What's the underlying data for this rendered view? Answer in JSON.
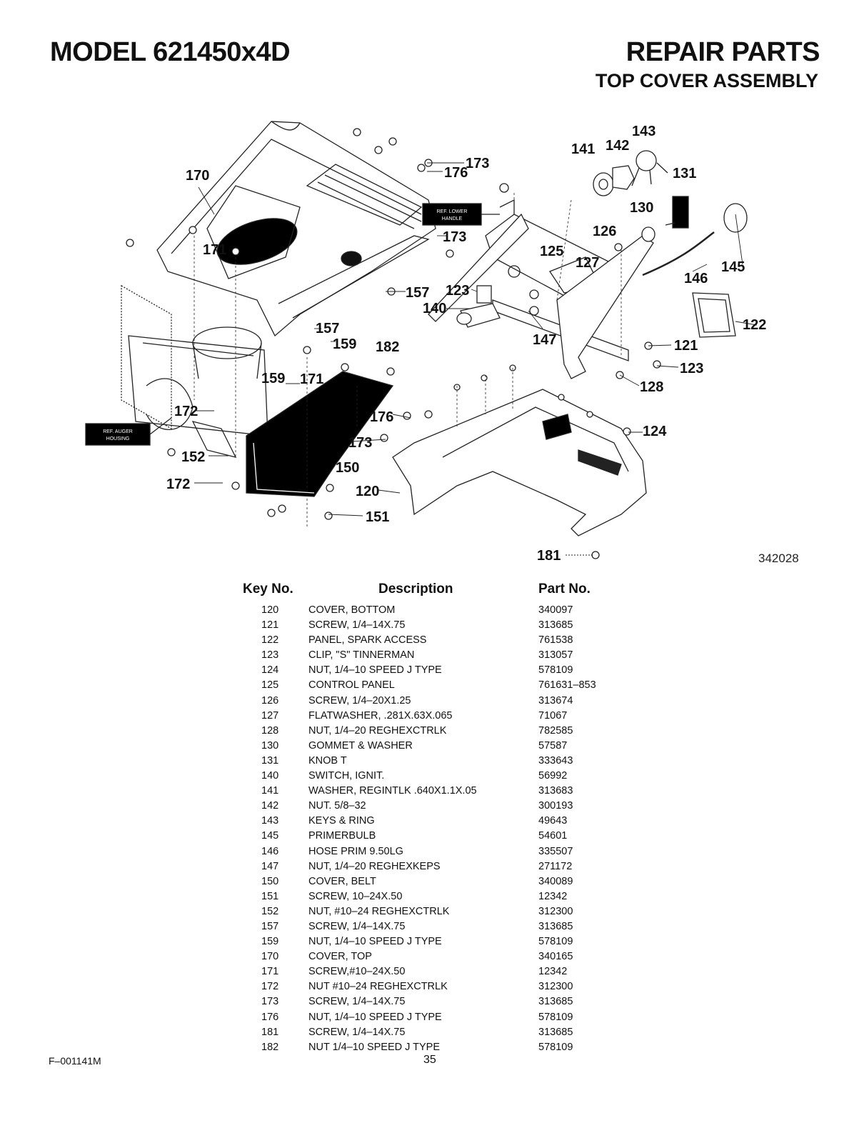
{
  "header": {
    "model": "MODEL 621450x4D",
    "title": "REPAIR PARTS",
    "subtitle": "TOP COVER ASSEMBLY"
  },
  "diagram": {
    "drawing_number": "342028",
    "ref_labels": {
      "lower_handle_1": "REF. LOWER",
      "lower_handle_2": "HANDLE",
      "auger_1": "REF. AUGER",
      "auger_2": "HOUSING"
    },
    "callouts": {
      "c170": "170",
      "c171a": "171",
      "c171b": "171",
      "c173a": "173",
      "c173b": "173",
      "c173c": "173",
      "c176a": "176",
      "c176b": "176",
      "c157a": "157",
      "c157b": "157",
      "c159a": "159",
      "c159b": "159",
      "c182": "182",
      "c172a": "172",
      "c172b": "172",
      "c152": "152",
      "c150": "150",
      "c151": "151",
      "c120": "120",
      "c181": "181",
      "c124": "124",
      "c143": "143",
      "c141": "141",
      "c142": "142",
      "c131": "131",
      "c130": "130",
      "c126": "126",
      "c125": "125",
      "c127": "127",
      "c145": "145",
      "c146": "146",
      "c123a": "123",
      "c123b": "123",
      "c140": "140",
      "c147": "147",
      "c122": "122",
      "c121": "121",
      "c128": "128"
    }
  },
  "table": {
    "col_key": "Key No.",
    "col_desc": "Description",
    "col_part": "Part No.",
    "rows": [
      {
        "key": "120",
        "desc": "COVER, BOTTOM",
        "part": "340097"
      },
      {
        "key": "121",
        "desc": "SCREW, 1/4–14X.75",
        "part": "313685"
      },
      {
        "key": "122",
        "desc": "PANEL, SPARK ACCESS",
        "part": "761538"
      },
      {
        "key": "123",
        "desc": "CLIP, \"S\" TINNERMAN",
        "part": "313057"
      },
      {
        "key": "124",
        "desc": "NUT, 1/4–10 SPEED J TYPE",
        "part": "578109"
      },
      {
        "key": "125",
        "desc": "CONTROL PANEL",
        "part": "761631–853"
      },
      {
        "key": "126",
        "desc": "SCREW, 1/4–20X1.25",
        "part": "313674"
      },
      {
        "key": "127",
        "desc": "FLATWASHER, .281X.63X.065",
        "part": "71067"
      },
      {
        "key": "128",
        "desc": "NUT, 1/4–20 REGHEXCTRLK",
        "part": "782585"
      },
      {
        "key": "130",
        "desc": "GOMMET & WASHER",
        "part": "57587"
      },
      {
        "key": "131",
        "desc": "KNOB T",
        "part": "333643"
      },
      {
        "key": "140",
        "desc": "SWITCH, IGNIT.",
        "part": "56992"
      },
      {
        "key": "141",
        "desc": "WASHER, REGINTLK .640X1.1X.05",
        "part": "313683"
      },
      {
        "key": "142",
        "desc": "NUT. 5/8–32",
        "part": "300193"
      },
      {
        "key": "143",
        "desc": "KEYS & RING",
        "part": "49643"
      },
      {
        "key": "145",
        "desc": "PRIMERBULB",
        "part": "54601"
      },
      {
        "key": "146",
        "desc": "HOSE PRIM 9.50LG",
        "part": "335507"
      },
      {
        "key": "147",
        "desc": "NUT, 1/4–20 REGHEXKEPS",
        "part": "271172"
      },
      {
        "key": "150",
        "desc": "COVER, BELT",
        "part": "340089"
      },
      {
        "key": "151",
        "desc": "SCREW, 10–24X.50",
        "part": "12342"
      },
      {
        "key": "152",
        "desc": "NUT, #10–24 REGHEXCTRLK",
        "part": "312300"
      },
      {
        "key": "157",
        "desc": "SCREW, 1/4–14X.75",
        "part": "313685"
      },
      {
        "key": "159",
        "desc": "NUT, 1/4–10 SPEED J TYPE",
        "part": "578109"
      },
      {
        "key": "170",
        "desc": "COVER, TOP",
        "part": "340165"
      },
      {
        "key": "171",
        "desc": "SCREW,#10–24X.50",
        "part": "12342"
      },
      {
        "key": "172",
        "desc": "NUT #10–24 REGHEXCTRLK",
        "part": "312300"
      },
      {
        "key": "173",
        "desc": "SCREW, 1/4–14X.75",
        "part": "313685"
      },
      {
        "key": "176",
        "desc": "NUT, 1/4–10 SPEED J TYPE",
        "part": "578109"
      },
      {
        "key": "181",
        "desc": "SCREW, 1/4–14X.75",
        "part": "313685"
      },
      {
        "key": "182",
        "desc": "NUT 1/4–10 SPEED J TYPE",
        "part": "578109"
      }
    ]
  },
  "footer": {
    "form_number": "F–001141M",
    "page_number": "35"
  }
}
